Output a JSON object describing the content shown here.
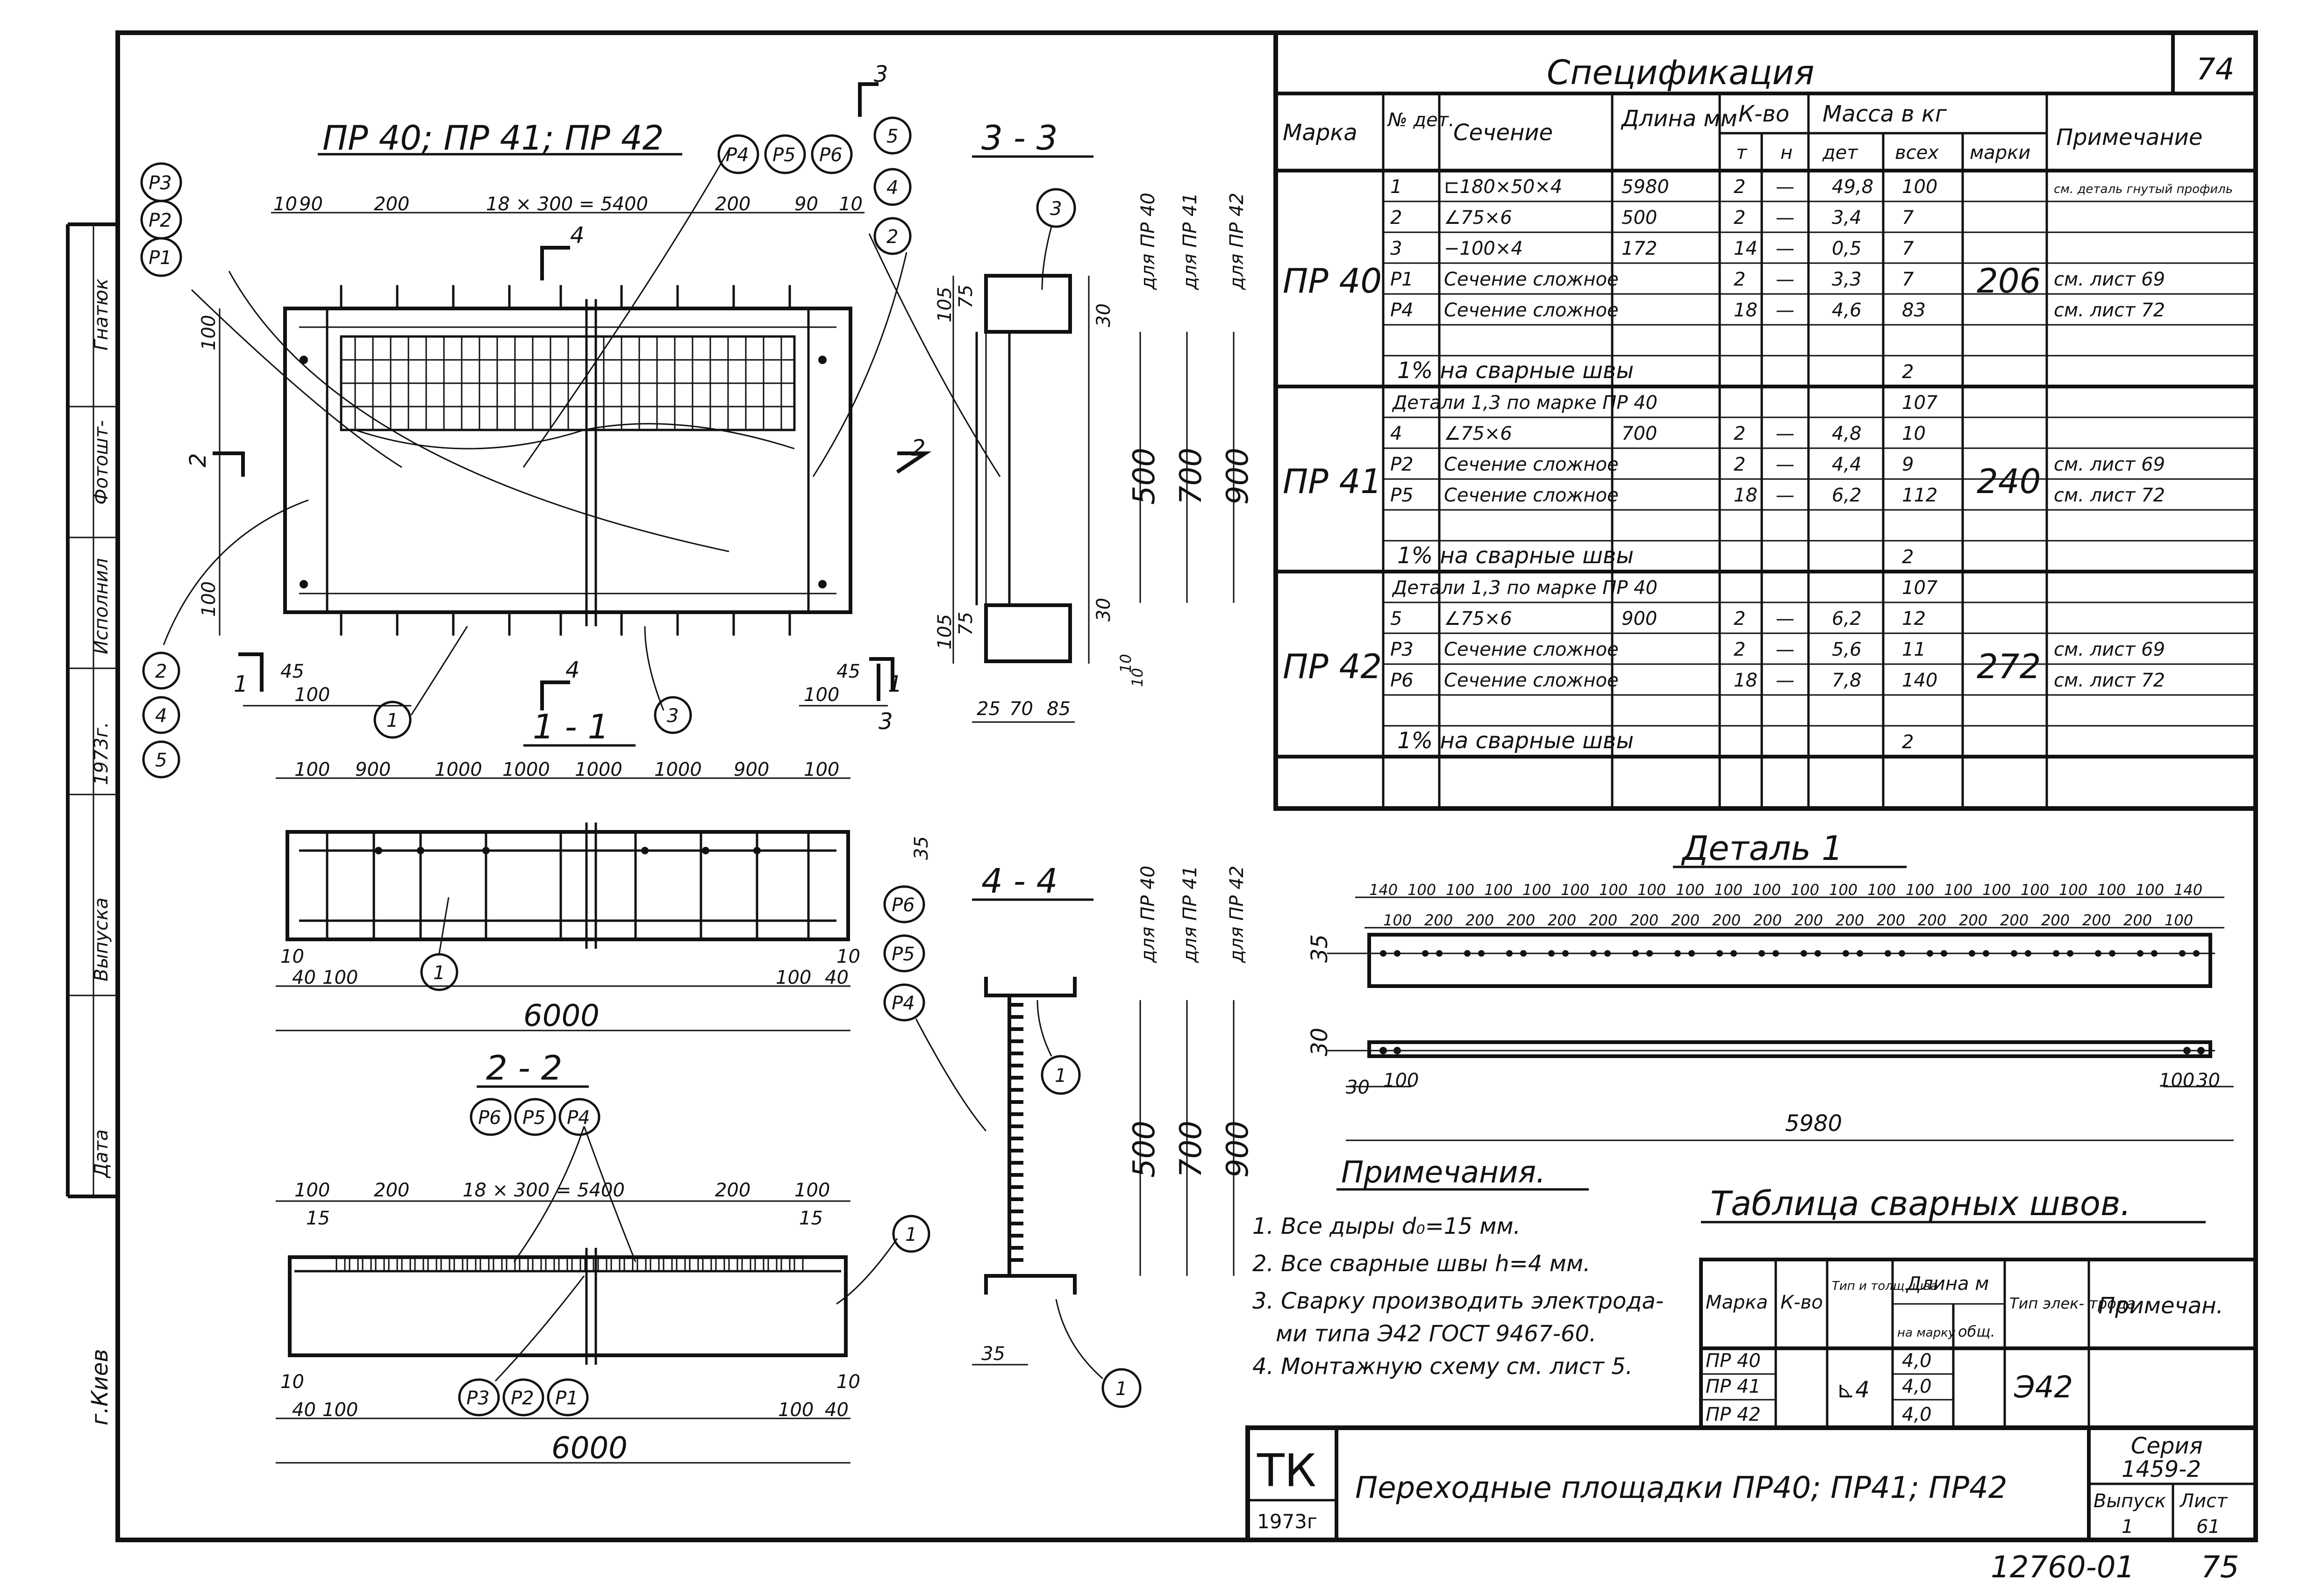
{
  "side_stamp": {
    "labels": [
      "Гнатюк",
      "Фотошт-",
      "Исполнил",
      "1973г.",
      "Выпуска",
      "Дата"
    ],
    "city": "г.Киев"
  },
  "sheet_corner_number": "74",
  "views": {
    "main_title": "ПР 40; ПР 41; ПР 42",
    "section_11": "1 - 1",
    "section_22": "2 - 2",
    "section_33": "3 - 3",
    "section_44": "4 - 4",
    "detail_1": "Деталь 1",
    "cut_marks": {
      "c1": "1",
      "c2": "2",
      "c3": "3",
      "c4": "4"
    }
  },
  "plan_dims": {
    "top": [
      "10",
      "90",
      "200",
      "18 × 300 = 5400",
      "200",
      "90",
      "10"
    ],
    "left": [
      "100",
      "100"
    ],
    "bottom_left": [
      "45",
      "100"
    ],
    "bottom_right": [
      "45",
      "100"
    ]
  },
  "s11_dims": {
    "top": [
      "100",
      "900",
      "1000",
      "1000",
      "1000",
      "1000",
      "900",
      "100"
    ],
    "right": "35",
    "bottom": [
      "10",
      "40",
      "100",
      "100",
      "40",
      "10"
    ],
    "total": "6000"
  },
  "s22_dims": {
    "top": [
      "100",
      "200",
      "18 × 300 = 5400",
      "200",
      "100"
    ],
    "side": [
      "15",
      "15"
    ],
    "bottom": [
      "10",
      "40",
      "100",
      "100",
      "40",
      "10"
    ],
    "total": "6000"
  },
  "s33_dims": {
    "left": [
      "105",
      "75",
      "105",
      "75"
    ],
    "right": [
      "30",
      "30",
      "10",
      "10"
    ],
    "bottom": [
      "25",
      "70",
      "85"
    ]
  },
  "height_dims": {
    "labels": [
      "для ПР 40",
      "для ПР 41",
      "для ПР 42"
    ],
    "values": [
      "500",
      "700",
      "900"
    ]
  },
  "s44_dims": {
    "bottom": "35"
  },
  "callouts": {
    "plan_left": [
      "P3",
      "P2",
      "P1"
    ],
    "plan_top": [
      "P4",
      "P5",
      "P6"
    ],
    "plan_right": [
      "5",
      "4",
      "2"
    ],
    "plan_left_bottom": [
      "2",
      "4",
      "5"
    ],
    "plan_bottom": [
      "1",
      "3"
    ],
    "s11": "1",
    "s22_top": [
      "P6",
      "P5",
      "P4"
    ],
    "s22_bottom": [
      "P3",
      "P2",
      "P1"
    ],
    "s22_right": "1",
    "s33": "3",
    "s44_side": [
      "P6",
      "P5",
      "P4"
    ],
    "s44": [
      "1",
      "1"
    ]
  },
  "detail": {
    "top_dims": [
      "140",
      "100",
      "100",
      "100",
      "100",
      "100",
      "100",
      "100",
      "100",
      "100",
      "100",
      "100",
      "100",
      "100",
      "100",
      "100",
      "100",
      "100",
      "100",
      "100",
      "100",
      "140"
    ],
    "mid_dims": [
      "100",
      "200",
      "200",
      "200",
      "200",
      "200",
      "200",
      "200",
      "200",
      "200",
      "200",
      "200",
      "200",
      "200",
      "200",
      "200",
      "200",
      "200",
      "200",
      "100"
    ],
    "h1": "35",
    "h2": "30",
    "bottom_left": [
      "30",
      "100"
    ],
    "bottom_right": [
      "100",
      "30"
    ],
    "total": "5980"
  },
  "spec": {
    "title": "Спецификация",
    "headers": {
      "marka": "Марка",
      "det_no": "№ дет.",
      "section": "Сечение",
      "length": "Длина мм",
      "qty": "К-во",
      "qty_t": "т",
      "qty_n": "н",
      "mass": "Масса в кг",
      "mass_det": "дет",
      "mass_all": "всех",
      "mass_mark": "марки",
      "note": "Примечание"
    },
    "groups": [
      {
        "mark": "ПР 40",
        "mark_mass": "206",
        "rows": [
          {
            "det": "1",
            "section": "⊏180×50×4",
            "length": "5980",
            "t": "2",
            "n": "—",
            "mdet": "49,8",
            "mall": "100",
            "note": "см. деталь гнутый профиль"
          },
          {
            "det": "2",
            "section": "∠75×6",
            "length": "500",
            "t": "2",
            "n": "—",
            "mdet": "3,4",
            "mall": "7",
            "note": ""
          },
          {
            "det": "3",
            "section": "−100×4",
            "length": "172",
            "t": "14",
            "n": "—",
            "mdet": "0,5",
            "mall": "7",
            "note": ""
          },
          {
            "det": "P1",
            "section": "Сечение сложное",
            "length": "",
            "t": "2",
            "n": "—",
            "mdet": "3,3",
            "mall": "7",
            "note": "см. лист 69"
          },
          {
            "det": "P4",
            "section": "Сечение сложное",
            "length": "",
            "t": "18",
            "n": "—",
            "mdet": "4,6",
            "mall": "83",
            "note": "см. лист 72"
          }
        ],
        "welds": {
          "label": "1% на сварные швы",
          "mass": "2"
        }
      },
      {
        "mark": "ПР 41",
        "mark_mass": "240",
        "base": {
          "label": "Детали 1,3 по марке ПР 40",
          "mass": "107"
        },
        "rows": [
          {
            "det": "4",
            "section": "∠75×6",
            "length": "700",
            "t": "2",
            "n": "—",
            "mdet": "4,8",
            "mall": "10",
            "note": ""
          },
          {
            "det": "P2",
            "section": "Сечение сложное",
            "length": "",
            "t": "2",
            "n": "—",
            "mdet": "4,4",
            "mall": "9",
            "note": "см. лист 69"
          },
          {
            "det": "P5",
            "section": "Сечение сложное",
            "length": "",
            "t": "18",
            "n": "—",
            "mdet": "6,2",
            "mall": "112",
            "note": "см. лист 72"
          }
        ],
        "welds": {
          "label": "1% на сварные швы",
          "mass": "2"
        }
      },
      {
        "mark": "ПР 42",
        "mark_mass": "272",
        "base": {
          "label": "Детали 1,3 по марке ПР 40",
          "mass": "107"
        },
        "rows": [
          {
            "det": "5",
            "section": "∠75×6",
            "length": "900",
            "t": "2",
            "n": "—",
            "mdet": "6,2",
            "mall": "12",
            "note": ""
          },
          {
            "det": "P3",
            "section": "Сечение сложное",
            "length": "",
            "t": "2",
            "n": "—",
            "mdet": "5,6",
            "mall": "11",
            "note": "см. лист 69"
          },
          {
            "det": "P6",
            "section": "Сечение сложное",
            "length": "",
            "t": "18",
            "n": "—",
            "mdet": "7,8",
            "mall": "140",
            "note": "см. лист 72"
          }
        ],
        "welds": {
          "label": "1% на сварные швы",
          "mass": "2"
        }
      }
    ]
  },
  "notes": {
    "title": "Примечания.",
    "items": [
      "1. Все дыры d₀=15 мм.",
      "2. Все сварные швы h=4 мм.",
      "3. Сварку производить электрода-",
      "ми типа Э42 ГОСТ 9467-60.",
      "4. Монтажную схему см. лист 5."
    ]
  },
  "weld_table": {
    "title": "Таблица сварных швов.",
    "headers": {
      "marka": "Марка",
      "qty": "К-во",
      "type": "Тип и толщ. шва",
      "length": "Длина м",
      "per_mark": "на марку",
      "total": "общ.",
      "electrode": "Тип элек- трода",
      "note": "Примечан."
    },
    "rows": [
      {
        "mark": "ПР 40",
        "length": "4,0"
      },
      {
        "mark": "ПР 41",
        "length": "4,0"
      },
      {
        "mark": "ПР 42",
        "length": "4,0"
      }
    ],
    "type_value": "⊾4",
    "electrode_value": "Э42"
  },
  "title_block": {
    "org": "ТК",
    "year": "1973г",
    "title": "Переходные площадки ПР40; ПР41; ПР42",
    "series_label": "Серия",
    "series_value": "1459-2",
    "issue_label": "Выпуск",
    "issue_value": "1",
    "sheet_label": "Лист",
    "sheet_value": "61"
  },
  "footer_code": "12760-01",
  "footer_page": "75"
}
